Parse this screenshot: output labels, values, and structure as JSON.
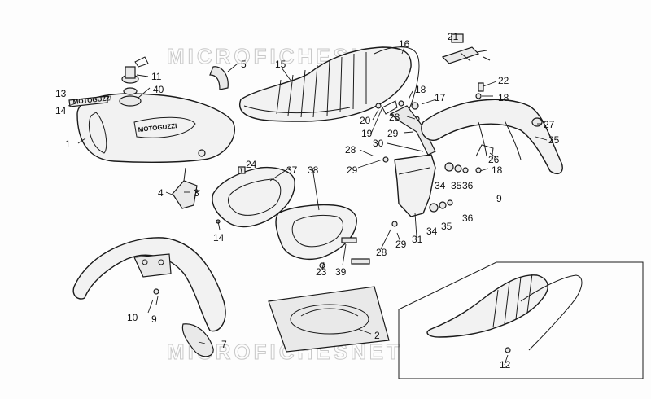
{
  "watermark": "MICROFICHESNET",
  "tank_brand": "MOTOGUZZI",
  "labels": [
    "1",
    "2",
    "3",
    "4",
    "5",
    "7",
    "9",
    "9",
    "9",
    "10",
    "11",
    "12",
    "13",
    "14",
    "14",
    "15",
    "16",
    "17",
    "18",
    "18",
    "18",
    "19",
    "20",
    "21",
    "22",
    "23",
    "24",
    "25",
    "26",
    "27",
    "28",
    "28",
    "28",
    "29",
    "29",
    "29",
    "30",
    "31",
    "34",
    "34",
    "35",
    "35",
    "36",
    "36",
    "37",
    "38",
    "39",
    "40"
  ]
}
